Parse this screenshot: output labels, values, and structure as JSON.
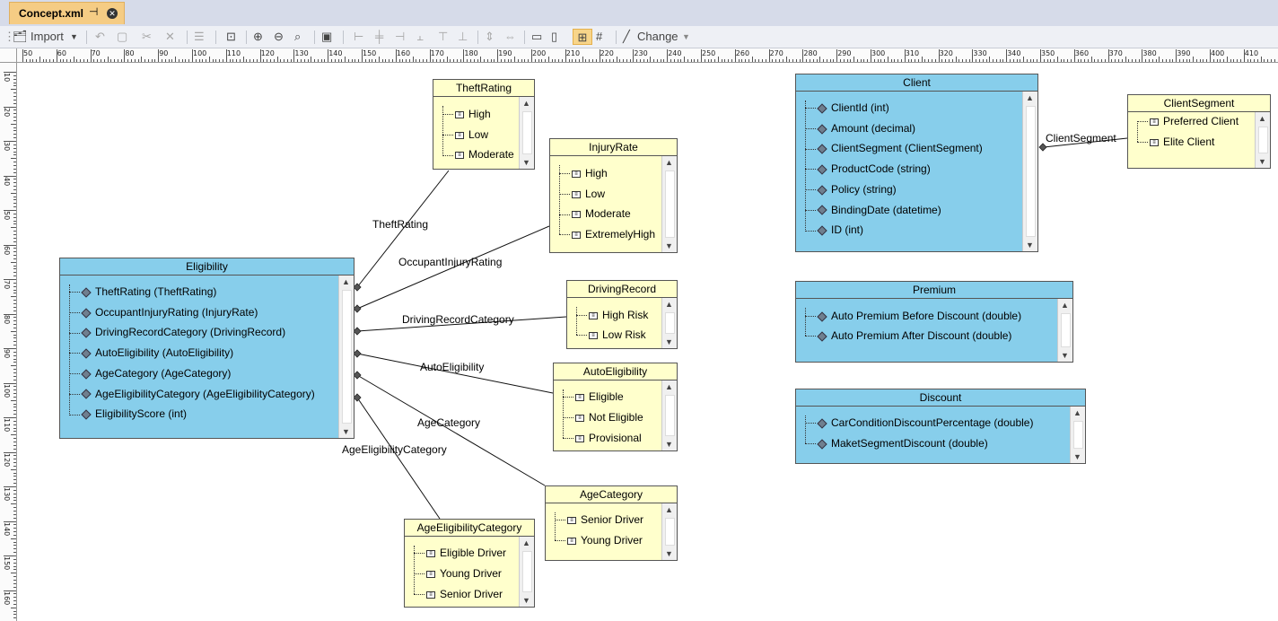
{
  "tab": {
    "title": "Concept.xml",
    "pin_glyph": "⊣",
    "close_glyph": "✕"
  },
  "toolbar": {
    "import_label": "Import",
    "change_label": "Change",
    "icons": [
      "import-icon",
      "undo-icon",
      "paste-icon",
      "cut-icon",
      "delete-icon",
      "properties-icon",
      "layout-icon",
      "zoom-fit-icon",
      "zoom-in-icon",
      "zoom-out-icon",
      "zoom-icon",
      "image-icon",
      "align-left-icon",
      "align-center-icon",
      "align-right-icon",
      "align-top-icon",
      "align-bottom-icon",
      "space-vertical-icon",
      "space-horizontal-icon",
      "same-height-icon",
      "same-width-icon",
      "snap-icon",
      "grid-icon",
      "change-icon"
    ]
  },
  "ruler": {
    "h_ticks": [
      "50",
      "60",
      "70",
      "80",
      "90",
      "100",
      "110",
      "120",
      "130",
      "140",
      "150",
      "160",
      "170",
      "180",
      "190",
      "200",
      "210",
      "220",
      "230",
      "240",
      "250",
      "260",
      "270",
      "280",
      "290",
      "300",
      "310",
      "320",
      "330",
      "340",
      "350",
      "360",
      "370",
      "380",
      "390",
      "400",
      "410"
    ],
    "v_ticks": [
      "10",
      "20",
      "30",
      "40",
      "50",
      "60",
      "70",
      "80",
      "90",
      "100",
      "110",
      "120",
      "130",
      "140",
      "150",
      "160"
    ]
  },
  "entities": {
    "eligibility": {
      "title": "Eligibility",
      "rows": [
        "TheftRating (TheftRating)",
        "OccupantInjuryRating (InjuryRate)",
        "DrivingRecordCategory (DrivingRecord)",
        "AutoEligibility (AutoEligibility)",
        "AgeCategory (AgeCategory)",
        "AgeEligibilityCategory (AgeEligibilityCategory)",
        "EligibilityScore (int)"
      ]
    },
    "theftrating": {
      "title": "TheftRating",
      "rows": [
        "High",
        "Low",
        "Moderate"
      ]
    },
    "injuryrate": {
      "title": "InjuryRate",
      "rows": [
        "High",
        "Low",
        "Moderate",
        "ExtremelyHigh"
      ]
    },
    "drivingrecord": {
      "title": "DrivingRecord",
      "rows": [
        "High Risk",
        "Low Risk"
      ]
    },
    "autoeligibility": {
      "title": "AutoEligibility",
      "rows": [
        "Eligible",
        "Not Eligible",
        "Provisional"
      ]
    },
    "agecategory": {
      "title": "AgeCategory",
      "rows": [
        "Senior Driver",
        "Young Driver"
      ]
    },
    "ageeligibilitycategory": {
      "title": "AgeEligibilityCategory",
      "rows": [
        "Eligible Driver",
        "Young Driver",
        "Senior Driver"
      ]
    },
    "client": {
      "title": "Client",
      "rows": [
        "ClientId (int)",
        "Amount (decimal)",
        "ClientSegment (ClientSegment)",
        "ProductCode (string)",
        "Policy (string)",
        "BindingDate (datetime)",
        "ID (int)"
      ]
    },
    "clientsegment": {
      "title": "ClientSegment",
      "rows": [
        "Preferred Client",
        "Elite Client"
      ]
    },
    "premium": {
      "title": "Premium",
      "rows": [
        "Auto Premium Before Discount (double)",
        "Auto Premium After Discount (double)"
      ]
    },
    "discount": {
      "title": "Discount",
      "rows": [
        "CarConditionDiscountPercentage (double)",
        "MaketSegmentDiscount (double)"
      ]
    }
  },
  "links": [
    "TheftRating",
    "OccupantInjuryRating",
    "DrivingRecordCategory",
    "AutoEligibility",
    "AgeCategory",
    "AgeEligibilityCategory",
    "ClientSegment"
  ],
  "colors": {
    "entity_blue": "#87ceeb",
    "entity_yellow": "#ffffcc",
    "tab_orange": "#f5cc84"
  }
}
